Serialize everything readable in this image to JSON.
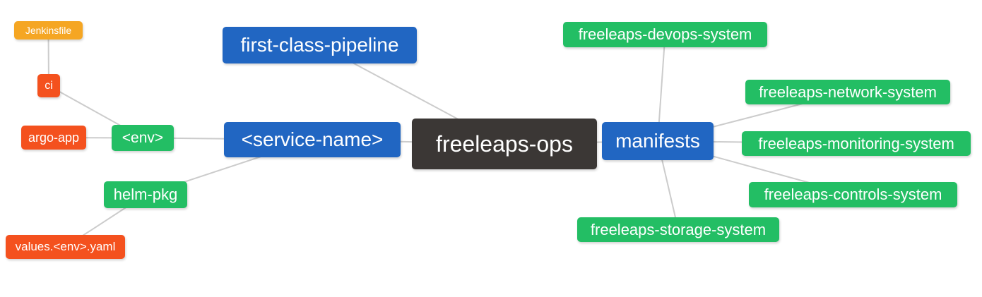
{
  "diagram": {
    "type": "mindmap",
    "root_label": "freeleaps-ops",
    "colors": {
      "blue": "#2166c2",
      "green": "#23be64",
      "red": "#f4511e",
      "amber": "#f5a623",
      "dark": "#3b3735",
      "edge": "#cccccc",
      "text": "#ffffff",
      "background": "#ffffff"
    },
    "nodes": [
      {
        "id": "jenkinsfile",
        "label": "Jenkinsfile",
        "color": "amber"
      },
      {
        "id": "ci",
        "label": "ci",
        "color": "red"
      },
      {
        "id": "argo-app",
        "label": "argo-app",
        "color": "red"
      },
      {
        "id": "env",
        "label": "<env>",
        "color": "green"
      },
      {
        "id": "helm-pkg",
        "label": "helm-pkg",
        "color": "green"
      },
      {
        "id": "values-env-yaml",
        "label": "values.<env>.yaml",
        "color": "red"
      },
      {
        "id": "first-class-pipeline",
        "label": "first-class-pipeline",
        "color": "blue"
      },
      {
        "id": "service-name",
        "label": "<service-name>",
        "color": "blue"
      },
      {
        "id": "freeleaps-ops",
        "label": "freeleaps-ops",
        "color": "dark"
      },
      {
        "id": "manifests",
        "label": "manifests",
        "color": "blue"
      },
      {
        "id": "freeleaps-devops-system",
        "label": "freeleaps-devops-system",
        "color": "green"
      },
      {
        "id": "freeleaps-network-system",
        "label": "freeleaps-network-system",
        "color": "green"
      },
      {
        "id": "freeleaps-monitoring-system",
        "label": "freeleaps-monitoring-system",
        "color": "green"
      },
      {
        "id": "freeleaps-controls-system",
        "label": "freeleaps-controls-system",
        "color": "green"
      },
      {
        "id": "freeleaps-storage-system",
        "label": "freeleaps-storage-system",
        "color": "green"
      }
    ],
    "edges": [
      [
        "jenkinsfile",
        "ci"
      ],
      [
        "ci",
        "env"
      ],
      [
        "argo-app",
        "env"
      ],
      [
        "env",
        "service-name"
      ],
      [
        "helm-pkg",
        "service-name"
      ],
      [
        "values-env-yaml",
        "helm-pkg"
      ],
      [
        "first-class-pipeline",
        "freeleaps-ops"
      ],
      [
        "service-name",
        "freeleaps-ops"
      ],
      [
        "freeleaps-ops",
        "manifests"
      ],
      [
        "manifests",
        "freeleaps-devops-system"
      ],
      [
        "manifests",
        "freeleaps-network-system"
      ],
      [
        "manifests",
        "freeleaps-monitoring-system"
      ],
      [
        "manifests",
        "freeleaps-controls-system"
      ],
      [
        "manifests",
        "freeleaps-storage-system"
      ]
    ]
  }
}
